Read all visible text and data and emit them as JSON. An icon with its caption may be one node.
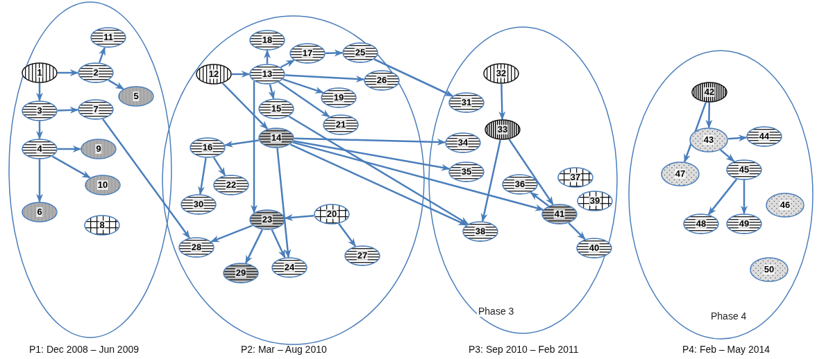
{
  "diagram": {
    "nodes": [
      {
        "text": [],
        "shape": "circle",
        "beside": [
          "P1: Dec 2008 – Jun 2009"
        ]
      },
      {
        "text": [
          "1"
        ],
        "in": 0
      },
      {
        "text": [
          "2"
        ],
        "in": 0
      },
      {
        "text": [
          "3"
        ],
        "in": 0
      },
      {
        "text": [
          "4"
        ],
        "in": 0
      },
      {
        "text": [
          "5"
        ],
        "in": 0
      },
      {
        "text": [
          "6"
        ],
        "in": 0
      },
      {
        "text": [
          "7"
        ],
        "in": 0
      },
      {
        "text": [
          "8"
        ],
        "in": 0
      },
      {
        "text": [
          "9"
        ],
        "in": 0
      },
      {
        "text": [
          "10"
        ],
        "in": 0
      },
      {
        "text": [
          "11"
        ],
        "in": 0
      },
      {
        "text": [],
        "shape": "circle",
        "beside": [
          "P2: Mar – Aug 2010"
        ]
      },
      {
        "text": [
          "12"
        ],
        "in": 12
      },
      {
        "text": [
          "13"
        ],
        "in": 12
      },
      {
        "text": [
          "14"
        ],
        "in": 12
      },
      {
        "text": [
          "15"
        ],
        "in": 12
      },
      {
        "text": [
          "16"
        ],
        "in": 12
      },
      {
        "text": [
          "17"
        ],
        "in": 12
      },
      {
        "text": [
          "18"
        ],
        "in": 12
      },
      {
        "text": [
          "19"
        ],
        "in": 12
      },
      {
        "text": [
          "20"
        ],
        "in": 12
      },
      {
        "text": [
          "21"
        ],
        "in": 12
      },
      {
        "text": [
          "22"
        ],
        "in": 12
      },
      {
        "text": [
          "23"
        ],
        "in": 12
      },
      {
        "text": [
          "24"
        ],
        "in": 12
      },
      {
        "text": [
          "25"
        ],
        "in": 12
      },
      {
        "text": [
          "26"
        ],
        "in": 12
      },
      {
        "text": [
          "27"
        ],
        "in": 12
      },
      {
        "text": [
          "28"
        ],
        "in": 12
      },
      {
        "text": [
          "29"
        ],
        "in": 12
      },
      {
        "text": [
          "30"
        ],
        "in": 12
      },
      {
        "text": [
          "Phase 3"
        ],
        "beside": [
          "P3: Sep 2010 – Feb 2011"
        ]
      },
      {
        "text": [
          "31"
        ],
        "in": 32
      },
      {
        "text": [
          "32"
        ],
        "in": 32
      },
      {
        "text": [
          "33"
        ],
        "in": 32
      },
      {
        "text": [
          "34"
        ],
        "in": 32
      },
      {
        "text": [
          "35"
        ],
        "in": 32
      },
      {
        "text": [
          "36"
        ],
        "in": 32
      },
      {
        "text": [
          "37"
        ],
        "in": 32
      },
      {
        "text": [
          "38"
        ],
        "in": 32
      },
      {
        "text": [
          "39"
        ],
        "in": 32
      },
      {
        "text": [
          "40"
        ],
        "in": 32
      },
      {
        "text": [
          "41"
        ],
        "in": 32
      },
      {
        "text": [
          "Phase 4"
        ],
        "beside": [
          "P4: Feb – May 2014"
        ]
      },
      {
        "text": [
          "42"
        ],
        "in": 44
      },
      {
        "text": [
          "43"
        ],
        "in": 44
      },
      {
        "text": [
          "44"
        ],
        "in": 44
      },
      {
        "text": [
          "45"
        ],
        "in": 44
      },
      {
        "text": [
          "46"
        ],
        "in": 44
      },
      {
        "text": [
          "47"
        ],
        "in": 44
      },
      {
        "text": [
          "48"
        ],
        "in": 44
      },
      {
        "text": [
          "49"
        ],
        "in": 44
      },
      {
        "text": [
          "50"
        ],
        "in": 44
      }
    ],
    "edges": [
      {
        "from": 1,
        "to": 2,
        "arrow": "to"
      },
      {
        "from": 1,
        "to": 3,
        "arrow": "to"
      },
      {
        "from": 2,
        "to": 11,
        "arrow": "to"
      },
      {
        "from": 2,
        "to": 5,
        "arrow": "to"
      },
      {
        "from": 3,
        "to": 7,
        "arrow": "to"
      },
      {
        "from": 3,
        "to": 4,
        "arrow": "to"
      },
      {
        "from": 4,
        "to": 9,
        "arrow": "to"
      },
      {
        "from": 4,
        "to": 10,
        "arrow": "to"
      },
      {
        "from": 4,
        "to": 6,
        "arrow": "to"
      },
      {
        "from": 7,
        "to": 29,
        "arrow": "to"
      },
      {
        "from": 13,
        "to": 14,
        "arrow": "to"
      },
      {
        "from": 13,
        "to": 15,
        "arrow": "to"
      },
      {
        "from": 14,
        "to": 19,
        "arrow": "to"
      },
      {
        "from": 14,
        "to": 18,
        "arrow": "to"
      },
      {
        "from": 14,
        "to": 27,
        "arrow": "to"
      },
      {
        "from": 14,
        "to": 16,
        "arrow": "to"
      },
      {
        "from": 14,
        "to": 20,
        "arrow": "to"
      },
      {
        "from": 14,
        "to": 22,
        "arrow": "to"
      },
      {
        "from": 14,
        "to": 24,
        "arrow": "to"
      },
      {
        "from": 18,
        "to": 26,
        "arrow": "to"
      },
      {
        "from": 26,
        "to": 33,
        "arrow": "to"
      },
      {
        "from": 16,
        "to": 40,
        "arrow": "to"
      },
      {
        "from": 15,
        "to": 17,
        "arrow": "to"
      },
      {
        "from": 15,
        "to": 36,
        "arrow": "to"
      },
      {
        "from": 15,
        "to": 37,
        "arrow": "to"
      },
      {
        "from": 15,
        "to": 43,
        "arrow": "to"
      },
      {
        "from": 15,
        "to": 40,
        "arrow": "to"
      },
      {
        "from": 15,
        "to": 25,
        "arrow": "to"
      },
      {
        "from": 17,
        "to": 23,
        "arrow": "to"
      },
      {
        "from": 17,
        "to": 31,
        "arrow": "to"
      },
      {
        "from": 24,
        "to": 29,
        "arrow": "to"
      },
      {
        "from": 24,
        "to": 30,
        "arrow": "to"
      },
      {
        "from": 24,
        "to": 25,
        "arrow": "to"
      },
      {
        "from": 21,
        "to": 24,
        "arrow": "to"
      },
      {
        "from": 21,
        "to": 28,
        "arrow": "to"
      },
      {
        "from": 34,
        "to": 35,
        "arrow": "to"
      },
      {
        "from": 35,
        "to": 40,
        "arrow": "to"
      },
      {
        "from": 35,
        "to": 43,
        "arrow": "to"
      },
      {
        "from": 43,
        "to": 38,
        "arrow": "to"
      },
      {
        "from": 43,
        "to": 42,
        "arrow": "to"
      },
      {
        "from": 45,
        "to": 46,
        "arrow": "to"
      },
      {
        "from": 45,
        "to": 50,
        "arrow": "to"
      },
      {
        "from": 46,
        "to": 47,
        "arrow": "to"
      },
      {
        "from": 46,
        "to": 48,
        "arrow": "to"
      },
      {
        "from": 48,
        "to": 51,
        "arrow": "to"
      },
      {
        "from": 48,
        "to": 52,
        "arrow": "to"
      }
    ]
  }
}
